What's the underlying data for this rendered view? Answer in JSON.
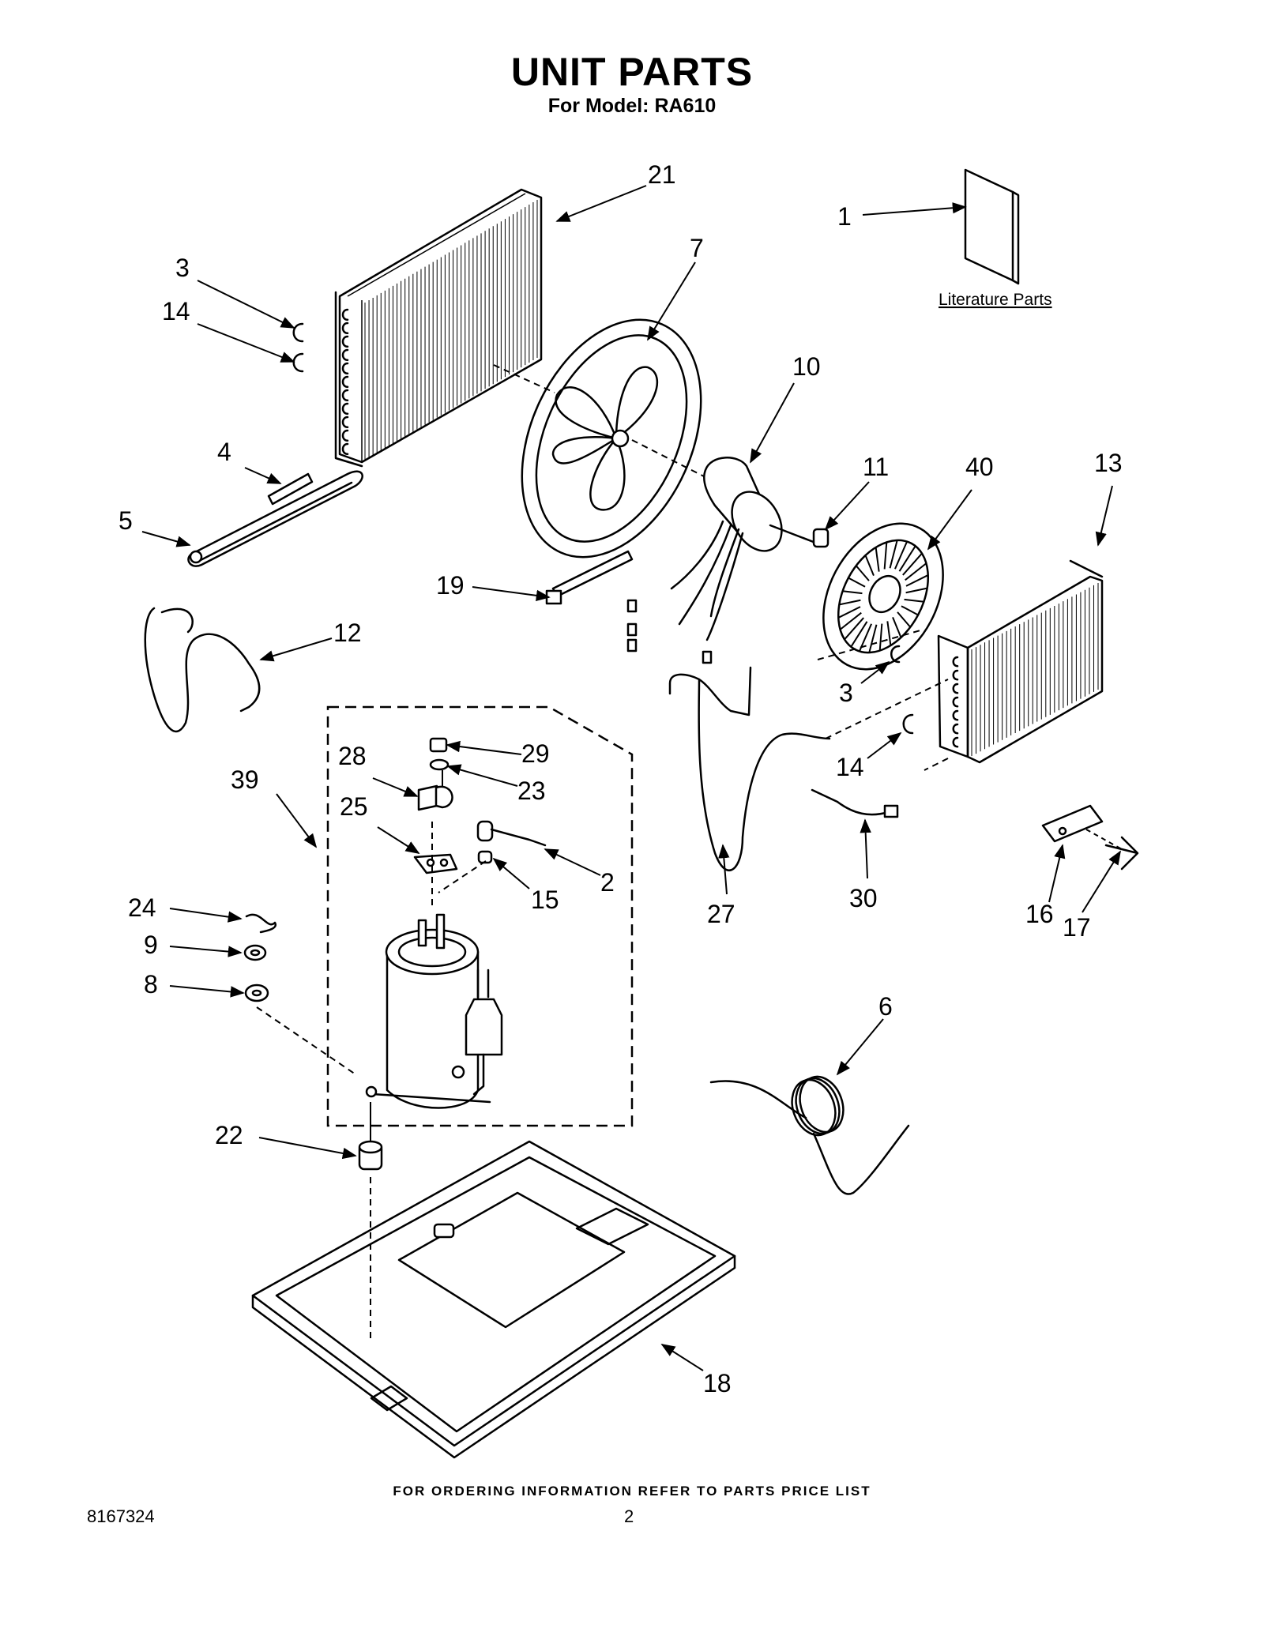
{
  "header": {
    "title": "UNIT PARTS",
    "subtitle": "For Model: RA610"
  },
  "literature_label": "Literature Parts",
  "callouts": {
    "c1": "1",
    "c2": "2",
    "c3a": "3",
    "c3b": "3",
    "c4": "4",
    "c5": "5",
    "c6": "6",
    "c7": "7",
    "c8": "8",
    "c9": "9",
    "c10": "10",
    "c11": "11",
    "c12": "12",
    "c13": "13",
    "c14a": "14",
    "c14b": "14",
    "c15": "15",
    "c16": "16",
    "c17": "17",
    "c18": "18",
    "c19": "19",
    "c21": "21",
    "c22": "22",
    "c23": "23",
    "c24": "24",
    "c25": "25",
    "c27": "27",
    "c28": "28",
    "c29": "29",
    "c30": "30",
    "c39": "39",
    "c40": "40"
  },
  "footer": {
    "note": "FOR ORDERING INFORMATION REFER TO PARTS PRICE LIST",
    "doc_number": "8167324",
    "page_number": "2"
  }
}
